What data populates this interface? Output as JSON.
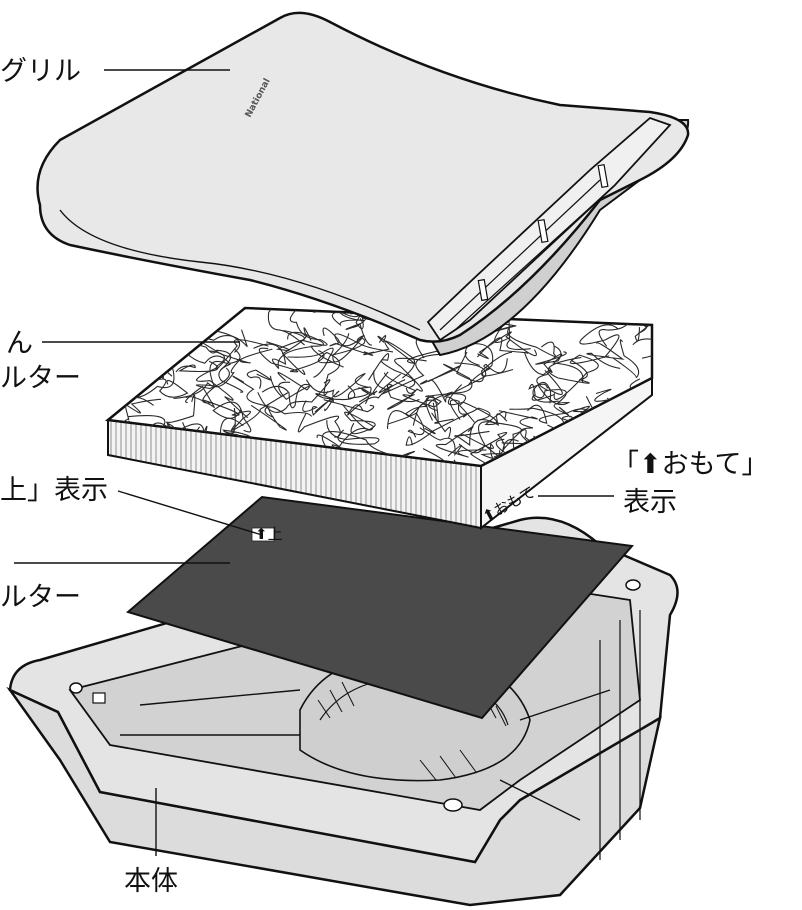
{
  "labels": {
    "grille": "グリル",
    "fleece_line1": "ん",
    "fleece_line2": "ルター",
    "up_mark": "上」表示",
    "carbon": "ルター",
    "front_mark_line1": "「⬆おもて」",
    "front_mark_line2": "表示",
    "body": "本体"
  },
  "brand": "National",
  "filter_side_text": "⬆おもて",
  "colors": {
    "grille_fill": "#e6e6e6",
    "filter_mesh": "#2a2a2a",
    "carbon_fill": "#4a4a4a",
    "body_fill": "#e2e2e2",
    "outline": "#111111"
  }
}
